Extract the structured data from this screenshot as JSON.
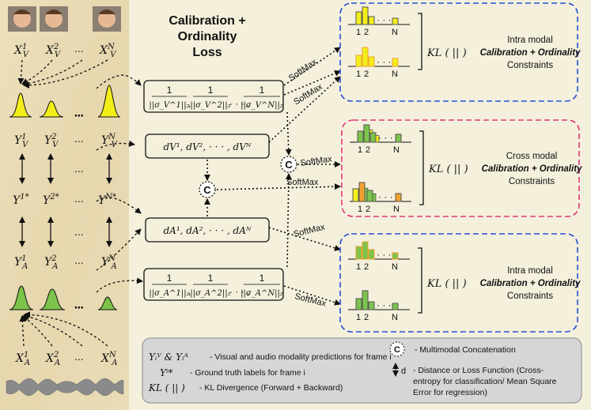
{
  "title": {
    "line1": "Calibration +",
    "line2": "Ordinality",
    "line3": "Loss"
  },
  "left_column": {
    "video_inputs": [
      "X_V^1",
      "X_V^2",
      "...",
      "X_V^N"
    ],
    "video_preds": [
      "Y_V^1",
      "Y_V^2",
      "...",
      "Y_V^N"
    ],
    "ground_truth": [
      "Y^1*",
      "Y^2*",
      "...",
      "Y^N*"
    ],
    "audio_preds": [
      "Y_A^1",
      "Y_A^2",
      "...",
      "Y_A^N"
    ],
    "audio_inputs": [
      "X_A^1",
      "X_A^2",
      "...",
      "X_A^N"
    ],
    "ellipsis": "..."
  },
  "boxes": {
    "video_variance": {
      "f1": "1/||σ_V^1||₂",
      "f2": "1/||σ_V^2||₂",
      "fN": "1/||σ_V^N||₂",
      "sep": ",",
      "dots": "· · · ,"
    },
    "video_d": {
      "text": "d_V^1,   d_V^2,  · · · ,  d_V^N"
    },
    "audio_d": {
      "text": "d_A^1,   d_A^2,  · · · ,  d_A^N"
    },
    "audio_variance": {
      "f1": "1/||σ_A^1||₂",
      "f2": "1/||σ_A^2||₂",
      "fN": "1/||σ_A^N||₂",
      "sep": ",",
      "dots": "· · · ,"
    }
  },
  "softmax_label": "SoftMax",
  "concat_symbol": "C",
  "panels": [
    {
      "kl": "KL ( || )",
      "line1": "Intra modal",
      "line2": "Calibration + Ordinality",
      "line3": "Constraints",
      "border": "#2a4fd6",
      "ticks": [
        "1",
        "2",
        "N"
      ],
      "dots": "· · ·"
    },
    {
      "kl": "KL ( || )",
      "line1": "Cross modal",
      "line2": "Calibration + Ordinality",
      "line3": "Constraints",
      "border": "#e0387a",
      "ticks": [
        "1",
        "2",
        "N"
      ],
      "dots": "· · ·"
    },
    {
      "kl": "KL ( || )",
      "line1": "Intra modal",
      "line2": "Calibration + Ordinality",
      "line3": "Constraints",
      "border": "#2a4fd6",
      "ticks": [
        "1",
        "2",
        "N"
      ],
      "dots": "· · ·"
    }
  ],
  "legend": {
    "items": [
      {
        "symbol": "Y_V^i & Y_A^i",
        "text": "- Visual and audio modality predictions for frame i"
      },
      {
        "symbol": "Y^i*",
        "text": "- Ground truth labels for frame i"
      },
      {
        "symbol": "KL ( || )",
        "text": "- KL Divergence (Forward + Backward)"
      },
      {
        "symbol": "C",
        "text": "- Multimodal Concatenation"
      },
      {
        "symbol": "d",
        "text": "- Distance or Loss Function (Cross-"
      },
      {
        "symbol": "",
        "text": "entropy for classification/ Mean Square"
      },
      {
        "symbol": "",
        "text": "Error for regression)"
      }
    ]
  },
  "colors": {
    "yellow": "#f2ee1a",
    "green": "#7cc44c",
    "orange": "#f0a030",
    "panel_blue": "#2a4fd6",
    "panel_pink": "#e0387a",
    "legend_bg": "#d6d6d6"
  }
}
